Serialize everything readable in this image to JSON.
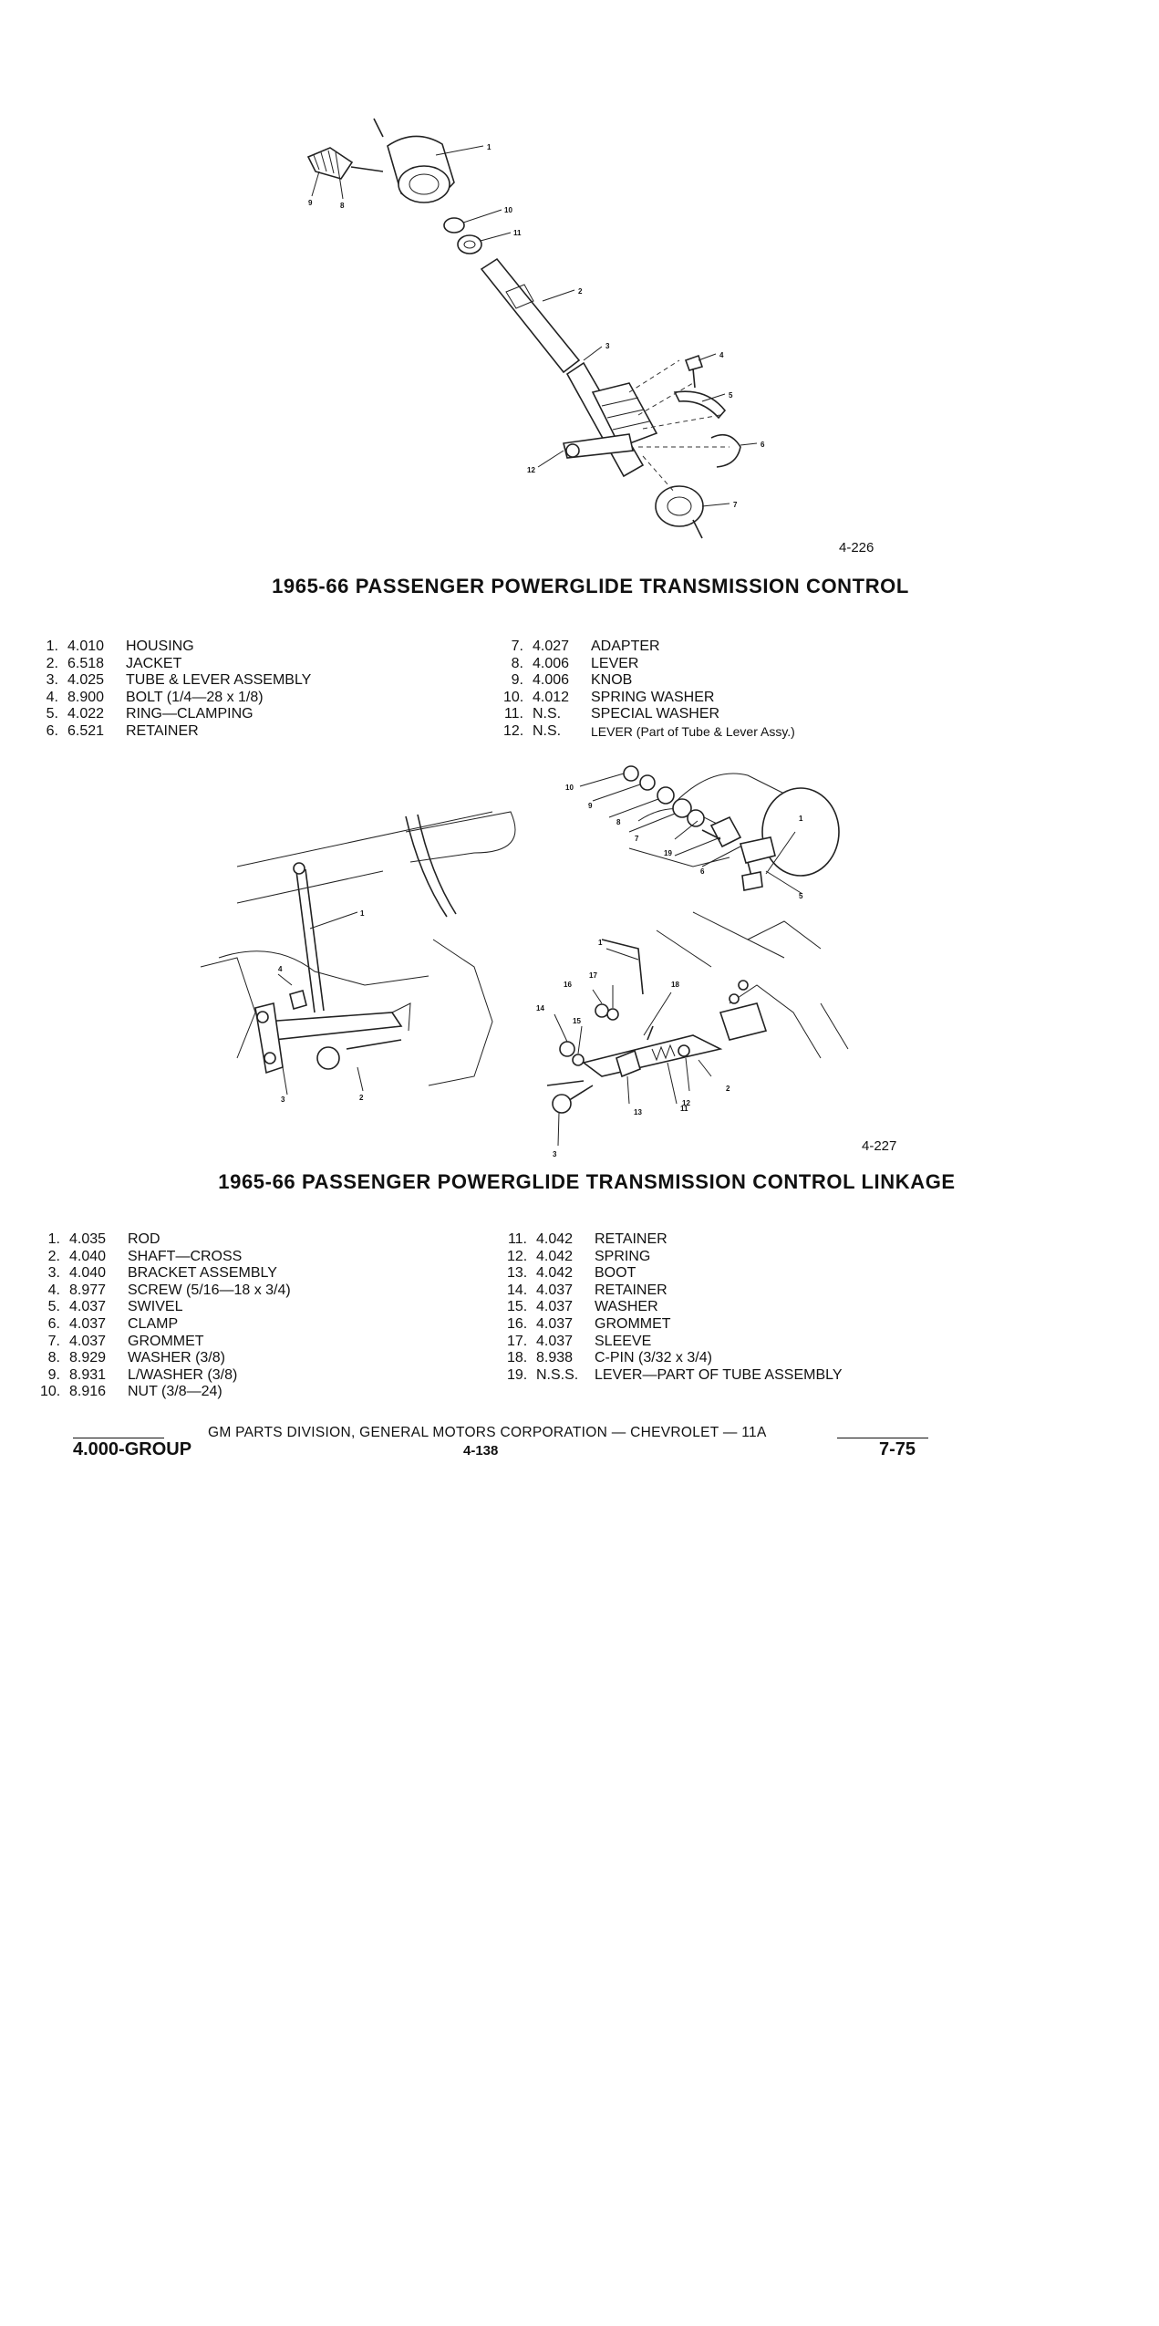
{
  "figure1": {
    "id": "4-226",
    "title": "1965-66 PASSENGER POWERGLIDE TRANSMISSION CONTROL",
    "callouts": [
      "1",
      "2",
      "3",
      "4",
      "5",
      "6",
      "7",
      "8",
      "9",
      "10",
      "11",
      "12"
    ],
    "parts_left": [
      {
        "num": "1.",
        "code": "4.010",
        "desc": "HOUSING"
      },
      {
        "num": "2.",
        "code": "6.518",
        "desc": "JACKET"
      },
      {
        "num": "3.",
        "code": "4.025",
        "desc": "TUBE & LEVER ASSEMBLY"
      },
      {
        "num": "4.",
        "code": "8.900",
        "desc": "BOLT (1/4—28 x 1/8)"
      },
      {
        "num": "5.",
        "code": "4.022",
        "desc": "RING—CLAMPING"
      },
      {
        "num": "6.",
        "code": "6.521",
        "desc": "RETAINER"
      }
    ],
    "parts_right": [
      {
        "num": "7.",
        "code": "4.027",
        "desc": "ADAPTER"
      },
      {
        "num": "8.",
        "code": "4.006",
        "desc": "LEVER"
      },
      {
        "num": "9.",
        "code": "4.006",
        "desc": "KNOB"
      },
      {
        "num": "10.",
        "code": "4.012",
        "desc": "SPRING WASHER"
      },
      {
        "num": "11.",
        "code": "N.S.",
        "desc": "SPECIAL WASHER"
      },
      {
        "num": "12.",
        "code": "N.S.",
        "desc": "LEVER (Part of Tube & Lever Assy.)"
      }
    ]
  },
  "figure2": {
    "id": "4-227",
    "title": "1965-66 PASSENGER POWERGLIDE TRANSMISSION CONTROL LINKAGE",
    "callouts": [
      "1",
      "2",
      "3",
      "4",
      "5",
      "6",
      "7",
      "8",
      "9",
      "10",
      "11",
      "12",
      "13",
      "14",
      "15",
      "16",
      "17",
      "18",
      "19"
    ],
    "parts_left": [
      {
        "num": "1.",
        "code": "4.035",
        "desc": "ROD"
      },
      {
        "num": "2.",
        "code": "4.040",
        "desc": "SHAFT—CROSS"
      },
      {
        "num": "3.",
        "code": "4.040",
        "desc": "BRACKET ASSEMBLY"
      },
      {
        "num": "4.",
        "code": "8.977",
        "desc": "SCREW (5/16—18 x 3/4)"
      },
      {
        "num": "5.",
        "code": "4.037",
        "desc": "SWIVEL"
      },
      {
        "num": "6.",
        "code": "4.037",
        "desc": "CLAMP"
      },
      {
        "num": "7.",
        "code": "4.037",
        "desc": "GROMMET"
      },
      {
        "num": "8.",
        "code": "8.929",
        "desc": "WASHER (3/8)"
      },
      {
        "num": "9.",
        "code": "8.931",
        "desc": "L/WASHER (3/8)"
      },
      {
        "num": "10.",
        "code": "8.916",
        "desc": "NUT (3/8—24)"
      }
    ],
    "parts_right": [
      {
        "num": "11.",
        "code": "4.042",
        "desc": "RETAINER"
      },
      {
        "num": "12.",
        "code": "4.042",
        "desc": "SPRING"
      },
      {
        "num": "13.",
        "code": "4.042",
        "desc": "BOOT"
      },
      {
        "num": "14.",
        "code": "4.037",
        "desc": "RETAINER"
      },
      {
        "num": "15.",
        "code": "4.037",
        "desc": "WASHER"
      },
      {
        "num": "16.",
        "code": "4.037",
        "desc": "GROMMET"
      },
      {
        "num": "17.",
        "code": "4.037",
        "desc": "SLEEVE"
      },
      {
        "num": "18.",
        "code": "8.938",
        "desc": "C-PIN (3/32 x 3/4)"
      },
      {
        "num": "19.",
        "code": "N.S.S.",
        "desc": "LEVER—PART OF TUBE ASSEMBLY"
      }
    ]
  },
  "footer": {
    "publisher": "GM PARTS DIVISION, GENERAL MOTORS CORPORATION — CHEVROLET — 11A",
    "group": "4.000-GROUP",
    "page_number": "4-138",
    "section": "7-75"
  }
}
